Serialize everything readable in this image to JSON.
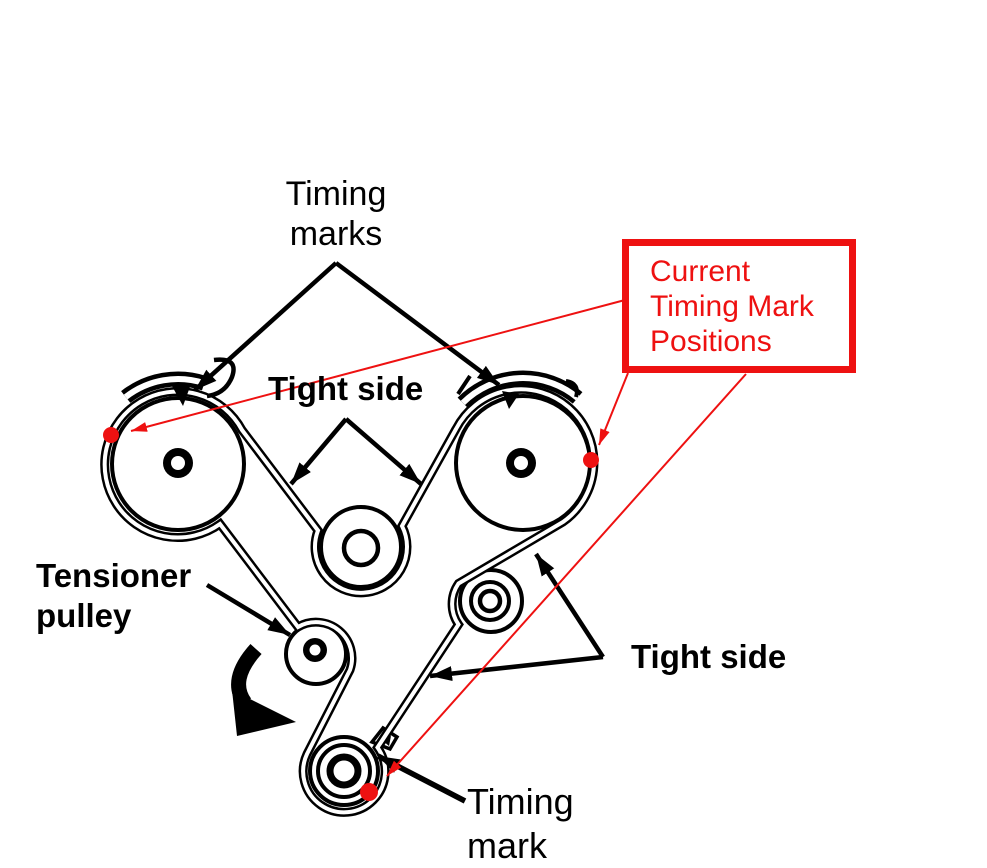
{
  "background": "#ffffff",
  "ink_color": "#000000",
  "annotation_color": "#ee1111",
  "labels": {
    "timing_marks": {
      "line1": "Timing",
      "line2": "marks"
    },
    "tight_side_left": "Tight side",
    "tight_side_right": "Tight side",
    "tensioner_pulley": {
      "line1": "Tensioner",
      "line2": "pulley"
    },
    "timing_mark": {
      "line1": "Timing",
      "line2": "mark"
    }
  },
  "callout": {
    "lines": [
      "Current",
      "Timing Mark",
      "Positions"
    ]
  },
  "diagram": {
    "type": "timing-belt-routing-diagram",
    "pulleys": [
      "left camshaft pulley",
      "right camshaft pulley",
      "water pump pulley",
      "idler pulley",
      "tensioner pulley",
      "crankshaft pulley"
    ],
    "timing_mark_dots": 3
  }
}
